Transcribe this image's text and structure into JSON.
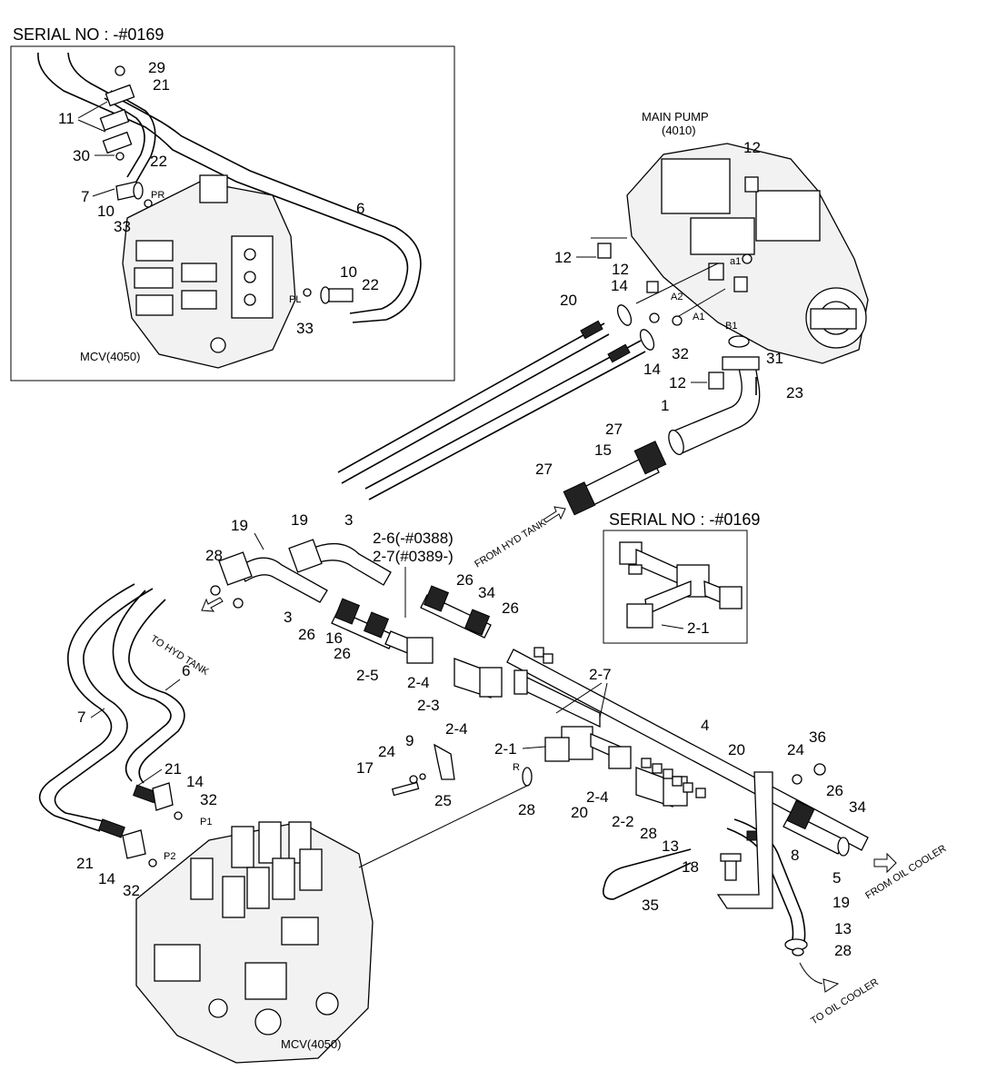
{
  "serial_top": "SERIAL NO : -#0169",
  "serial_inset": "SERIAL NO : -#0169",
  "main_pump": {
    "line1": "MAIN PUMP",
    "line2": "(4010)"
  },
  "mcv_small": "MCV(4050)",
  "mcv_large": "MCV(4050)",
  "flows": {
    "from_hyd_tank": "FROM HYD TANK",
    "to_hyd_tank": "TO HYD TANK",
    "from_oil_cooler": "FROM OIL COOLER",
    "to_oil_cooler": "TO OIL COOLER"
  },
  "ports": {
    "pr": "PR",
    "pl": "PL",
    "a1_small": "a1",
    "a2": "A2",
    "a1": "A1",
    "b1": "B1",
    "p1": "P1",
    "p2": "P2",
    "r": "R"
  },
  "labels": {
    "c29": "29",
    "c21a": "21",
    "c11": "11",
    "c30": "30",
    "c22a": "22",
    "c7a": "7",
    "c10a": "10",
    "c33a": "33",
    "c6a": "6",
    "c10b": "10",
    "c22b": "22",
    "c33b": "33",
    "c12a": "12",
    "c12b": "12",
    "c12c": "12",
    "c12d": "12",
    "c20a": "20",
    "c14a": "14",
    "c32a": "32",
    "c14b": "14",
    "c31": "31",
    "c23": "23",
    "c1": "1",
    "c27a": "27",
    "c15": "15",
    "c27b": "27",
    "c19a": "19",
    "c19b": "19",
    "c3a": "3",
    "c26_7a": "2-6(-#0388)",
    "c26_7b": "2-7(#0389-)",
    "c28a": "28",
    "c3b": "3",
    "c26a": "26",
    "c16": "16",
    "c26b": "26",
    "c26c": "26",
    "c34a": "34",
    "c26d": "26",
    "c25a": "2-5",
    "c24a": "2-4",
    "c23b": "2-3",
    "c24b": "2-4",
    "c27c": "2-7",
    "c4": "4",
    "c21b": "2-1",
    "c9": "9",
    "c24c": "24",
    "c17": "17",
    "c25": "25",
    "c28b": "28",
    "c20b": "20",
    "c24d": "2-4",
    "c22c": "2-2",
    "c28c": "28",
    "c13a": "13",
    "c20c": "20",
    "c24e": "24",
    "c36": "36",
    "c26e": "26",
    "c34b": "34",
    "c8": "8",
    "c18": "18",
    "c35": "35",
    "c5": "5",
    "c19c": "19",
    "c13b": "13",
    "c28d": "28",
    "c6b": "6",
    "c7b": "7",
    "c21c": "21",
    "c14c": "14",
    "c32b": "32",
    "c21d": "21",
    "c14d": "14",
    "c32c": "32",
    "c21e": "2-1"
  }
}
